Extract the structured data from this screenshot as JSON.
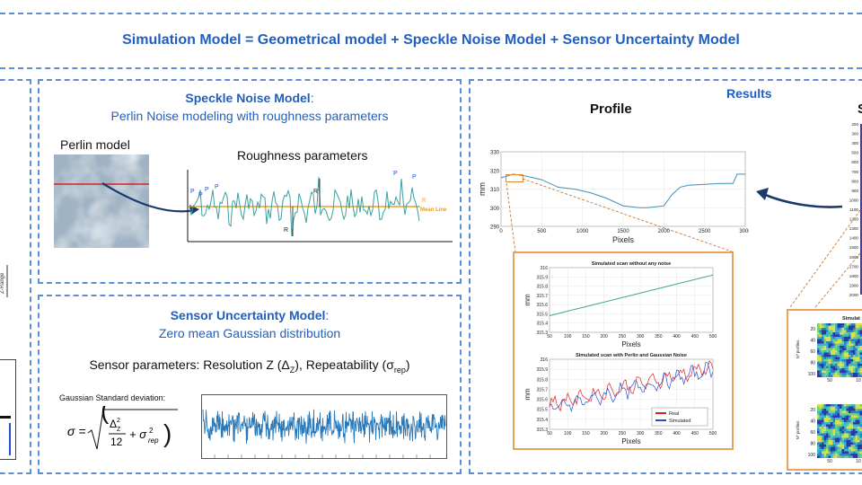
{
  "header": {
    "title": "Simulation Model = Geometrical model + Speckle Noise Model + Sensor Uncertainty Model"
  },
  "left_panel": {
    "axis_label": "Z-Range"
  },
  "speckle": {
    "heading": "Speckle Noise Model",
    "colon": ":",
    "subtitle": "Perlin Noise modeling with roughness parameters",
    "perlin_label": "Perlin model",
    "roughness_label": "Roughness parameters",
    "annot": {
      "p1": "P",
      "p2": "P",
      "p3": "P",
      "p4": "P",
      "pn1": "P",
      "pn": "P",
      "rp": "R",
      "rv": "R",
      "rm": "R",
      "mean_line": "Mean Line"
    }
  },
  "sensor": {
    "heading": "Sensor Uncertainty Model",
    "colon": ":",
    "subtitle": "Zero mean Gaussian distribution",
    "params_text": "Sensor parameters: Resolution Z (Δ",
    "params_sub1": "Z",
    "params_mid": "), Repeatability (σ",
    "params_sub2": "rep",
    "params_end": ")",
    "gauss_label": "Gaussian Standard deviation:",
    "formula_lhs": "σ =",
    "formula_num": "Δ",
    "formula_num_sub": "Z",
    "formula_num_sup": "2",
    "formula_den": "12",
    "formula_plus": "+ σ",
    "formula_sub": "rep",
    "formula_sup": "2"
  },
  "results": {
    "heading": "Results",
    "profile_label": "Profile",
    "cut_heading": "S"
  },
  "chart_data": [
    {
      "type": "line",
      "id": "profile",
      "title": "",
      "xlabel": "Pixels",
      "ylabel": "mm",
      "xlim": [
        0,
        3000
      ],
      "ylim": [
        290,
        330
      ],
      "xticks": [
        0,
        500,
        1000,
        1500,
        2000,
        2500,
        3000
      ],
      "yticks": [
        290,
        300,
        310,
        320,
        330
      ],
      "series": [
        {
          "x": [
            0,
            150,
            300,
            500,
            700,
            900,
            1100,
            1300,
            1500,
            1700,
            1800,
            1900,
            2000,
            2100,
            2200,
            2300,
            2500,
            2700,
            2850,
            2900,
            3000
          ],
          "y": [
            316,
            318,
            317,
            315,
            311,
            310,
            308,
            305,
            301,
            300,
            300,
            300.5,
            301,
            307,
            311,
            312,
            312.5,
            313,
            313,
            318,
            318
          ]
        }
      ]
    },
    {
      "type": "line",
      "id": "no_noise",
      "title": "Simulated scan without any noise",
      "xlabel": "Pixels",
      "ylabel": "mm",
      "xlim": [
        50,
        500
      ],
      "ylim": [
        315.3,
        316
      ],
      "xticks": [
        50,
        100,
        150,
        200,
        250,
        300,
        350,
        400,
        450,
        500
      ],
      "yticks": [
        315.3,
        315.4,
        315.5,
        315.6,
        315.7,
        315.8,
        315.9,
        316
      ],
      "series": [
        {
          "x": [
            50,
            500
          ],
          "y": [
            315.48,
            315.92
          ]
        }
      ]
    },
    {
      "type": "line",
      "id": "perlin_gauss",
      "title": "Simulated scan with Perlin and Gaussian Noise",
      "xlabel": "Pixels",
      "ylabel": "mm",
      "xlim": [
        50,
        500
      ],
      "ylim": [
        315.3,
        316
      ],
      "xticks": [
        50,
        100,
        150,
        200,
        250,
        300,
        350,
        400,
        450,
        500
      ],
      "yticks": [
        315.3,
        315.4,
        315.5,
        315.6,
        315.7,
        315.8,
        315.9,
        316
      ],
      "legend": [
        "Real",
        "Simulated"
      ],
      "series": [
        {
          "name": "Real",
          "color": "#e02020",
          "start": 315.55,
          "end": 315.92
        },
        {
          "name": "Simulated",
          "color": "#2050d0",
          "start": 315.5,
          "end": 315.9
        }
      ]
    },
    {
      "type": "heatmap",
      "id": "cut_axis",
      "yticks": [
        200,
        300,
        400,
        500,
        600,
        700,
        800,
        900,
        1000,
        1100,
        1200,
        1300,
        1400,
        1500,
        1600,
        1700,
        1800,
        1900,
        2000
      ]
    },
    {
      "type": "heatmap",
      "id": "mini1",
      "title": "Simulat",
      "ylabel": "Nº profiles",
      "yticks": [
        20,
        40,
        60,
        80,
        100
      ],
      "xticks": [
        50,
        10
      ]
    },
    {
      "type": "heatmap",
      "id": "mini2",
      "ylabel": "Nº profiles",
      "yticks": [
        20,
        40,
        60,
        80,
        100
      ],
      "xticks": [
        50,
        10
      ]
    }
  ]
}
